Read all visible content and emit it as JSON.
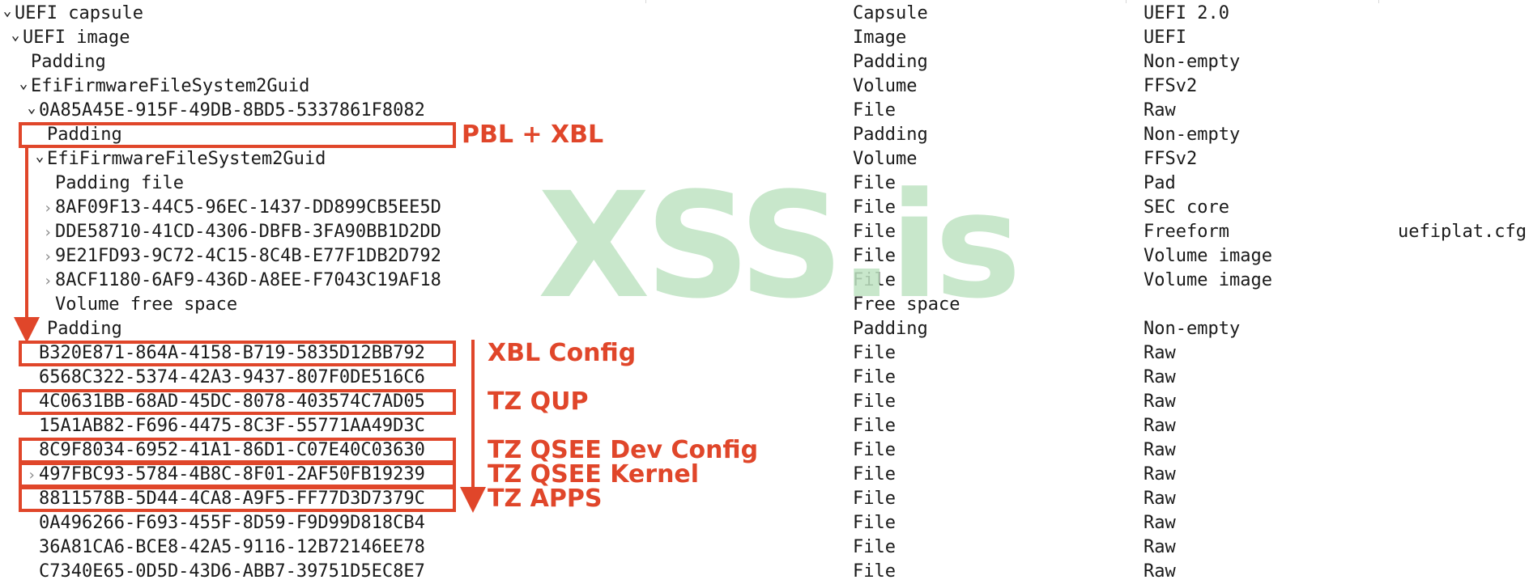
{
  "tree": {
    "rows": [
      {
        "name": "UEFI capsule",
        "type": "Capsule",
        "subtype": "UEFI 2.0",
        "text": "",
        "indent": 0,
        "toggle": "expanded"
      },
      {
        "name": "UEFI image",
        "type": "Image",
        "subtype": "UEFI",
        "text": "",
        "indent": 1,
        "toggle": "expanded"
      },
      {
        "name": "Padding",
        "type": "Padding",
        "subtype": "Non-empty",
        "text": "",
        "indent": 2,
        "toggle": "none"
      },
      {
        "name": "EfiFirmwareFileSystem2Guid",
        "type": "Volume",
        "subtype": "FFSv2",
        "text": "",
        "indent": 2,
        "toggle": "expanded"
      },
      {
        "name": "0A85A45E-915F-49DB-8BD5-5337861F8082",
        "type": "File",
        "subtype": "Raw",
        "text": "",
        "indent": 3,
        "toggle": "expanded"
      },
      {
        "name": "Padding",
        "type": "Padding",
        "subtype": "Non-empty",
        "text": "",
        "indent": 4,
        "toggle": "none"
      },
      {
        "name": "EfiFirmwareFileSystem2Guid",
        "type": "Volume",
        "subtype": "FFSv2",
        "text": "",
        "indent": 4,
        "toggle": "expanded"
      },
      {
        "name": "Padding file",
        "type": "File",
        "subtype": "Pad",
        "text": "",
        "indent": 5,
        "toggle": "none"
      },
      {
        "name": "8AF09F13-44C5-96EC-1437-DD899CB5EE5D",
        "type": "File",
        "subtype": "SEC core",
        "text": "",
        "indent": 5,
        "toggle": "collapsed"
      },
      {
        "name": "DDE58710-41CD-4306-DBFB-3FA90BB1D2DD",
        "type": "File",
        "subtype": "Freeform",
        "text": "uefiplat.cfg",
        "indent": 5,
        "toggle": "collapsed"
      },
      {
        "name": "9E21FD93-9C72-4C15-8C4B-E77F1DB2D792",
        "type": "File",
        "subtype": "Volume image",
        "text": "",
        "indent": 5,
        "toggle": "collapsed"
      },
      {
        "name": "8ACF1180-6AF9-436D-A8EE-F7043C19AF18",
        "type": "File",
        "subtype": "Volume image",
        "text": "",
        "indent": 5,
        "toggle": "collapsed"
      },
      {
        "name": "Volume free space",
        "type": "Free space",
        "subtype": "",
        "text": "",
        "indent": 5,
        "toggle": "none"
      },
      {
        "name": "Padding",
        "type": "Padding",
        "subtype": "Non-empty",
        "text": "",
        "indent": 4,
        "toggle": "none"
      },
      {
        "name": "B320E871-864A-4158-B719-5835D12BB792",
        "type": "File",
        "subtype": "Raw",
        "text": "",
        "indent": 3,
        "toggle": "none"
      },
      {
        "name": "6568C322-5374-42A3-9437-807F0DE516C6",
        "type": "File",
        "subtype": "Raw",
        "text": "",
        "indent": 3,
        "toggle": "none"
      },
      {
        "name": "4C0631BB-68AD-45DC-8078-403574C7AD05",
        "type": "File",
        "subtype": "Raw",
        "text": "",
        "indent": 3,
        "toggle": "none"
      },
      {
        "name": "15A1AB82-F696-4475-8C3F-55771AA49D3C",
        "type": "File",
        "subtype": "Raw",
        "text": "",
        "indent": 3,
        "toggle": "none"
      },
      {
        "name": "8C9F8034-6952-41A1-86D1-C07E40C03630",
        "type": "File",
        "subtype": "Raw",
        "text": "",
        "indent": 3,
        "toggle": "none"
      },
      {
        "name": "497FBC93-5784-4B8C-8F01-2AF50FB19239",
        "type": "File",
        "subtype": "Raw",
        "text": "",
        "indent": 3,
        "toggle": "collapsed"
      },
      {
        "name": "8811578B-5D44-4CA8-A9F5-FF77D3D7379C",
        "type": "File",
        "subtype": "Raw",
        "text": "",
        "indent": 3,
        "toggle": "none"
      },
      {
        "name": "0A496266-F693-455F-8D59-F9D99D818CB4",
        "type": "File",
        "subtype": "Raw",
        "text": "",
        "indent": 3,
        "toggle": "none"
      },
      {
        "name": "36A81CA6-BCE8-42A5-9116-12B72146EE78",
        "type": "File",
        "subtype": "Raw",
        "text": "",
        "indent": 3,
        "toggle": "none"
      },
      {
        "name": "C7340E65-0D5D-43D6-ABB7-39751D5EC8E7",
        "type": "File",
        "subtype": "Raw",
        "text": "",
        "indent": 3,
        "toggle": "none"
      }
    ]
  },
  "watermark": {
    "text": "XSS.is"
  },
  "annotations": {
    "color": "#e0462a",
    "pbl_xbl": "PBL + XBL",
    "xbl_config": "XBL Config",
    "tz_qup": "TZ QUP",
    "tz_qsee_dev_config": "TZ QSEE Dev Config",
    "tz_qsee_kernel": "TZ QSEE Kernel",
    "tz_apps": "TZ APPS"
  },
  "icons": {
    "expanded": "chevron-down-icon",
    "collapsed": "chevron-right-icon"
  }
}
